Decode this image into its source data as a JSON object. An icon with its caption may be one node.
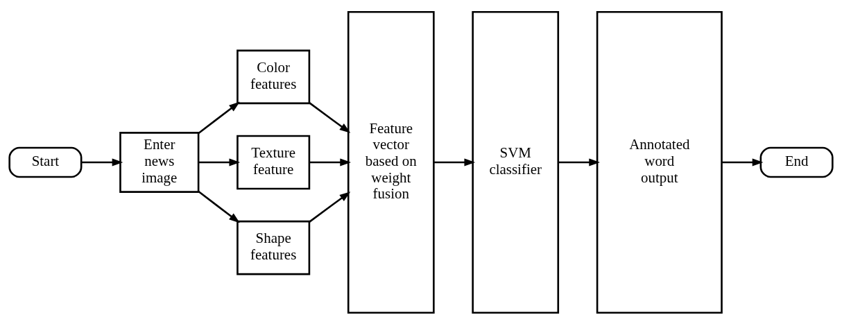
{
  "diagram": {
    "nodes": [
      {
        "text": [
          "Start"
        ]
      },
      {
        "text": [
          "Enter news image"
        ]
      },
      {
        "text": [
          "Color features"
        ]
      },
      {
        "text": [
          "Texture feature"
        ]
      },
      {
        "text": [
          "Shape features"
        ]
      },
      {
        "text": [
          "Feature vector based on weight fusion"
        ]
      },
      {
        "text": [
          "SVM classifier"
        ]
      },
      {
        "text": [
          "Annotated word output"
        ]
      },
      {
        "text": [
          "End"
        ]
      }
    ],
    "edges": [
      {
        "from": 0,
        "to": 1,
        "arrow": "to"
      },
      {
        "from": 1,
        "to": 2,
        "arrow": "to"
      },
      {
        "from": 1,
        "to": 3,
        "arrow": "to"
      },
      {
        "from": 1,
        "to": 4,
        "arrow": "to"
      },
      {
        "from": 2,
        "to": 5,
        "arrow": "to"
      },
      {
        "from": 3,
        "to": 5,
        "arrow": "to"
      },
      {
        "from": 4,
        "to": 5,
        "arrow": "to"
      },
      {
        "from": 5,
        "to": 6,
        "arrow": "to"
      },
      {
        "from": 6,
        "to": 7,
        "arrow": "to"
      },
      {
        "from": 7,
        "to": 8,
        "arrow": "to"
      }
    ]
  }
}
